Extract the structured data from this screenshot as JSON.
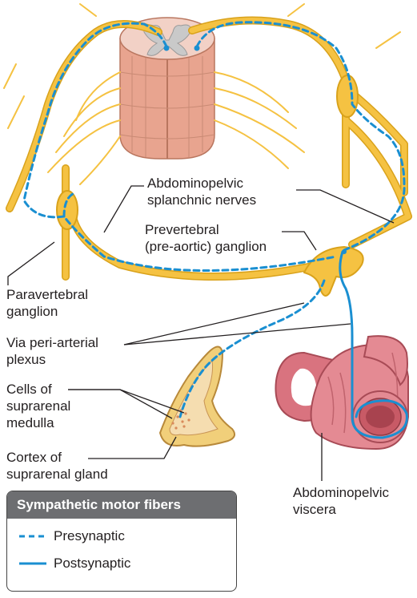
{
  "labels": {
    "abdominopelvic_splanchnic_nerves": [
      "Abdominopelvic",
      "splanchnic nerves"
    ],
    "prevertebral_ganglion": [
      "Prevertebral",
      "(pre-aortic) ganglion"
    ],
    "paravertebral_ganglion": [
      "Paravertebral",
      "ganglion"
    ],
    "via_periarterial_plexus": [
      "Via peri-arterial",
      "plexus"
    ],
    "cells_of_suprarenal_medulla": [
      "Cells of",
      "suprarenal",
      "medulla"
    ],
    "cortex_of_suprarenal_gland": [
      "Cortex of",
      "suprarenal gland"
    ],
    "abdominopelvic_viscera": [
      "Abdominopelvic",
      "viscera"
    ]
  },
  "legend": {
    "title": "Sympathetic motor fibers",
    "presynaptic": "Presynaptic",
    "postsynaptic": "Postsynaptic"
  },
  "colors": {
    "nerve": "#f5c242",
    "nerve_edge": "#d9a21b",
    "fiber": "#1a8fd1",
    "spinal_cord": "#e8a48f",
    "grey_matter": "#c9c9c9",
    "viscera": "#e48a93",
    "gland_cortex": "#f1cf7a",
    "legend_header": "#6d6e71"
  }
}
